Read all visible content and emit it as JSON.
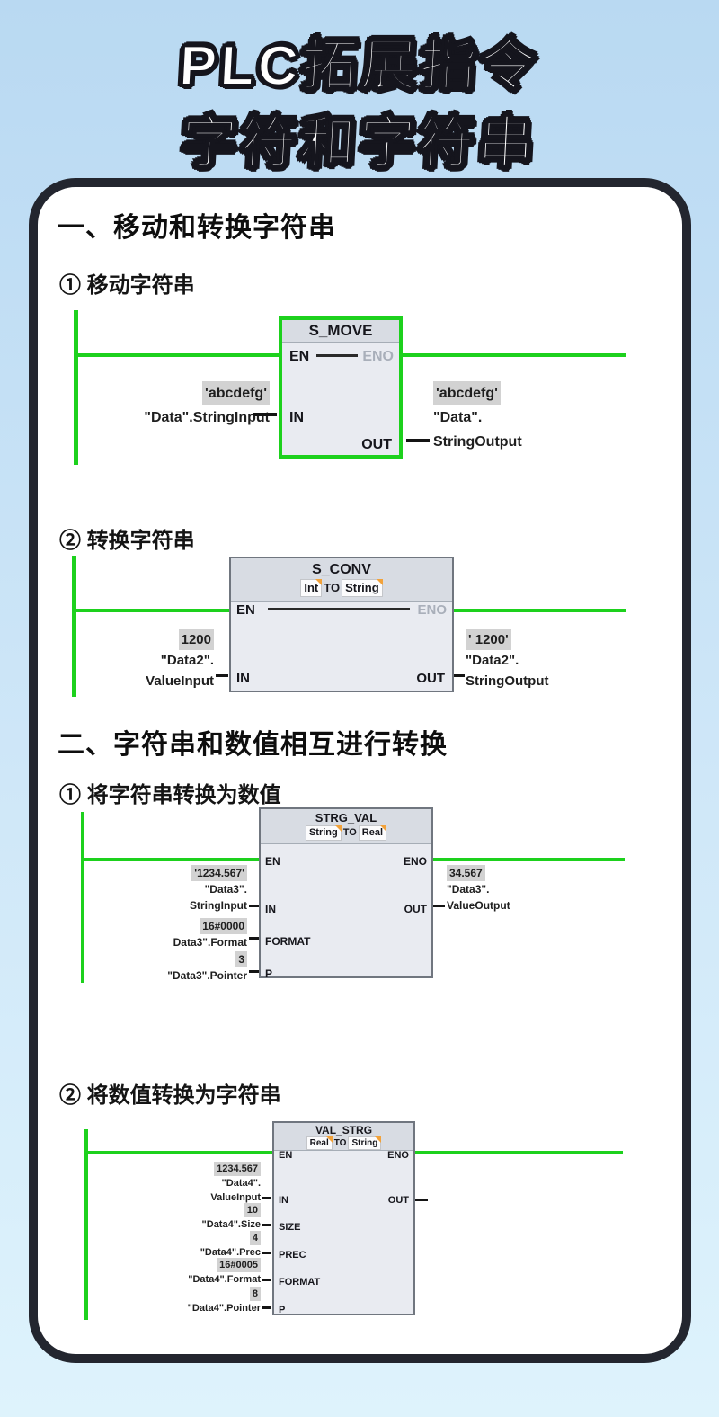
{
  "poster": {
    "title_line1": "PLC拓展指令",
    "title_line2": "字符和字符串"
  },
  "section1": {
    "heading": "一、移动和转换字符串",
    "sub_move": "① 移动字符串",
    "sub_conv": "② 转换字符串"
  },
  "section2": {
    "heading": "二、字符串和数值相互进行转换",
    "sub_strg_val": "① 将字符串转换为数值",
    "sub_val_strg": "② 将数值转换为字符串"
  },
  "s_move": {
    "title": "S_MOVE",
    "pins": {
      "en": "EN",
      "eno": "ENO",
      "in": "IN",
      "out": "OUT"
    },
    "in_value": "'abcdefg'",
    "in_operand": "\"Data\".StringInput",
    "out_value": "'abcdefg'",
    "out_operand_1": "\"Data\".",
    "out_operand_2": "StringOutput"
  },
  "s_conv": {
    "title": "S_CONV",
    "type_from": "Int",
    "type_word": "TO",
    "type_to": "String",
    "pins": {
      "en": "EN",
      "eno": "ENO",
      "in": "IN",
      "out": "OUT"
    },
    "in_value": "1200",
    "in_operand_1": "\"Data2\".",
    "in_operand_2": "ValueInput",
    "out_value": "' 1200'",
    "out_operand_1": "\"Data2\".",
    "out_operand_2": "StringOutput"
  },
  "strg_val": {
    "title": "STRG_VAL",
    "type_from": "String",
    "type_word": "TO",
    "type_to": "Real",
    "pins": {
      "en": "EN",
      "eno": "ENO",
      "in": "IN",
      "format": "FORMAT",
      "p": "P",
      "out": "OUT"
    },
    "in_value": "'1234.567'",
    "in_operand_1": "\"Data3\".",
    "in_operand_2": "StringInput",
    "format_value": "16#0000",
    "format_operand": "Data3\".Format",
    "p_value": "3",
    "p_operand": "\"Data3\".Pointer",
    "out_value": "34.567",
    "out_operand_1": "\"Data3\".",
    "out_operand_2": "ValueOutput"
  },
  "val_strg": {
    "title": "VAL_STRG",
    "type_from": "Real",
    "type_word": "TO",
    "type_to": "String",
    "pins": {
      "en": "EN",
      "eno": "ENO",
      "in": "IN",
      "size": "SIZE",
      "prec": "PREC",
      "format": "FORMAT",
      "p": "P",
      "out": "OUT"
    },
    "in_value": "1234.567",
    "in_operand_1": "\"Data4\".",
    "in_operand_2": "ValueInput",
    "size_value": "10",
    "size_operand": "\"Data4\".Size",
    "prec_value": "4",
    "prec_operand": "\"Data4\".Prec",
    "format_value": "16#0005",
    "format_operand": "\"Data4\".Format",
    "p_value": "8",
    "p_operand": "\"Data4\".Pointer"
  },
  "colors": {
    "rail_green": "#1dd11d",
    "card_border": "#23262f",
    "card_bg": "#ffffff",
    "page_top": "#b9d9f2",
    "page_bottom": "#def3fc",
    "value_chip_bg": "#d2d2d2",
    "type_corner_orange": "#f2a23a",
    "eno_gray": "#a9afba",
    "block_bg": "#e9ebf1",
    "block_head_bg": "#d8dce3",
    "block_border": "#70767f",
    "text_dark": "#16161c"
  }
}
